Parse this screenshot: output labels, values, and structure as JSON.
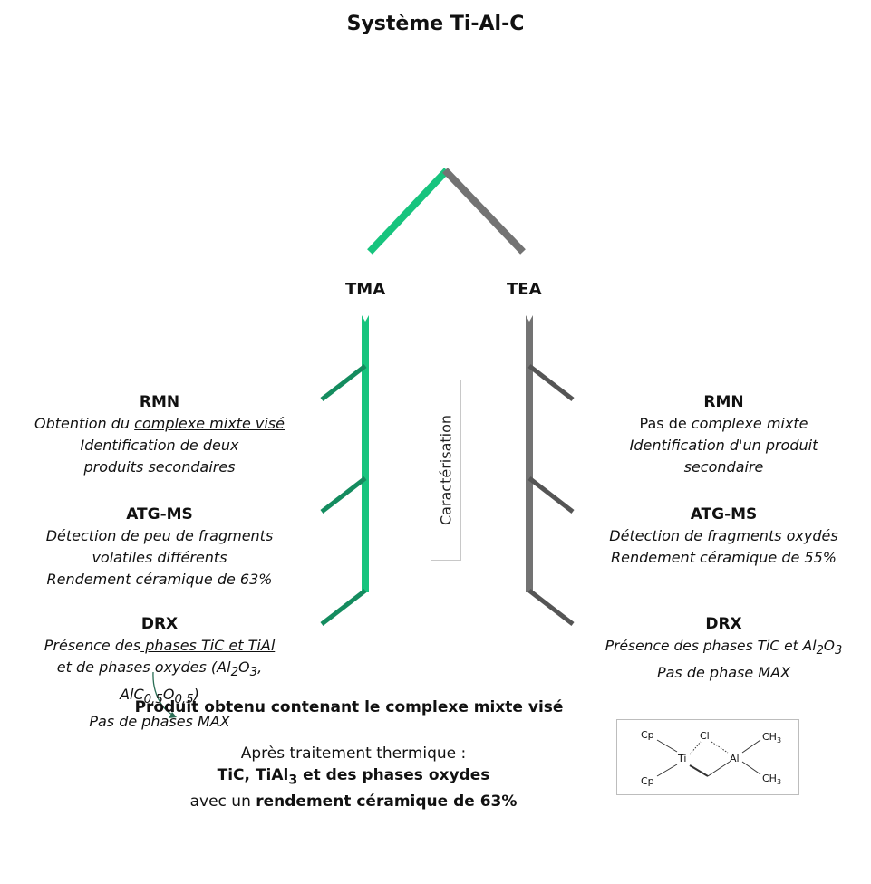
{
  "title": "Système Ti-Al-C",
  "branches": {
    "left_label": "TMA",
    "right_label": "TEA"
  },
  "center_label": "Caractérisation",
  "left": {
    "rmn_title": "RMN",
    "rmn_l1_pre": "Obtention du ",
    "rmn_l1_u": "complexe mixte visé",
    "rmn_l2": "Identification de deux",
    "rmn_l3": "produits secondaires",
    "atg_title": "ATG-MS",
    "atg_l1": "Détection de peu de fragments",
    "atg_l2": "volatiles différents",
    "atg_l3": "Rendement céramique de 63%",
    "drx_title": "DRX",
    "drx_l1_pre": "Présence des",
    "drx_l1_u": " phases TiC et TiAl",
    "drx_l2_pre": "et de phases oxydes (Al",
    "drx_l2_sub1": "2",
    "drx_l2_mid": "O",
    "drx_l2_sub2": "3",
    "drx_l2_post": ",",
    "drx_l3_a": "AlC",
    "drx_l3_sub1": "0,5",
    "drx_l3_b": "O",
    "drx_l3_sub2": "0,5",
    "drx_l3_c": ")",
    "drx_l4": "Pas de phases MAX"
  },
  "right": {
    "rmn_title": "RMN",
    "rmn_l1_pre": "Pas de ",
    "rmn_l1_it": "complexe mixte",
    "rmn_l2": "Identification d'un produit",
    "rmn_l3": "secondaire",
    "atg_title": "ATG-MS",
    "atg_l1": "Détection de fragments oxydés",
    "atg_l2": "Rendement céramique de 55%",
    "drx_title": "DRX",
    "drx_l1_pre": "Présence des phases TiC et Al",
    "drx_l1_sub1": "2",
    "drx_l1_mid": "O",
    "drx_l1_sub2": "3",
    "drx_l2": "Pas de phase MAX"
  },
  "result": {
    "title": "Produit obtenu contenant le complexe mixte visé",
    "l1": "Après traitement thermique :",
    "l2_a": "TiC, TiAl",
    "l2_sub": "3",
    "l2_b": " et des phases oxydes",
    "l3_pre": "avec un ",
    "l3_bold": "rendement céramique de 63%"
  },
  "molecule": {
    "cp1": "Cp",
    "cp2": "Cp",
    "ti": "Ti",
    "cl": "Cl",
    "al": "Al",
    "ch3_top": "CH",
    "ch3_top_sub": "3",
    "ch3_bot": "CH",
    "ch3_bot_sub": "3"
  },
  "colors": {
    "green": "#1dbf7f",
    "dark_green": "#1a8a5e",
    "grey": "#6f6f6f",
    "dark_grey": "#555555",
    "arrow": "#2a6e55"
  }
}
